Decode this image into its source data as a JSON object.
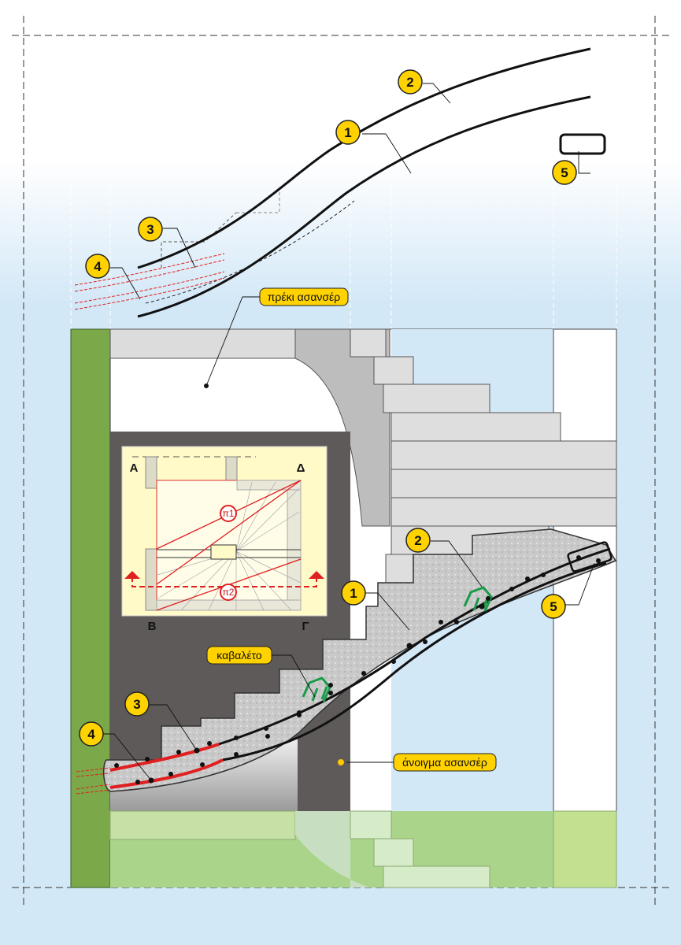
{
  "title": "Elevator stair section with reinforcement details",
  "callouts": {
    "c1": "1",
    "c2": "2",
    "c3": "3",
    "c4": "4",
    "c5": "5"
  },
  "labels": {
    "lintel": "πρέκι ασανσέρ",
    "trestle": "καβαλέτο",
    "opening": "άνοιγμα ασανσέρ"
  },
  "plan": {
    "corners": {
      "a": "Α",
      "d": "Δ",
      "b": "Β",
      "g": "Γ"
    },
    "section1": "π1",
    "section2": "π2"
  },
  "colors": {
    "callout_fill": "#ffd200",
    "wall_green": "#7ba849",
    "rebar_red": "#e02020",
    "stirrup_green": "#1a9a4a",
    "dark_shaft": "#5e5a5a",
    "plan_bg": "#fffac8"
  }
}
